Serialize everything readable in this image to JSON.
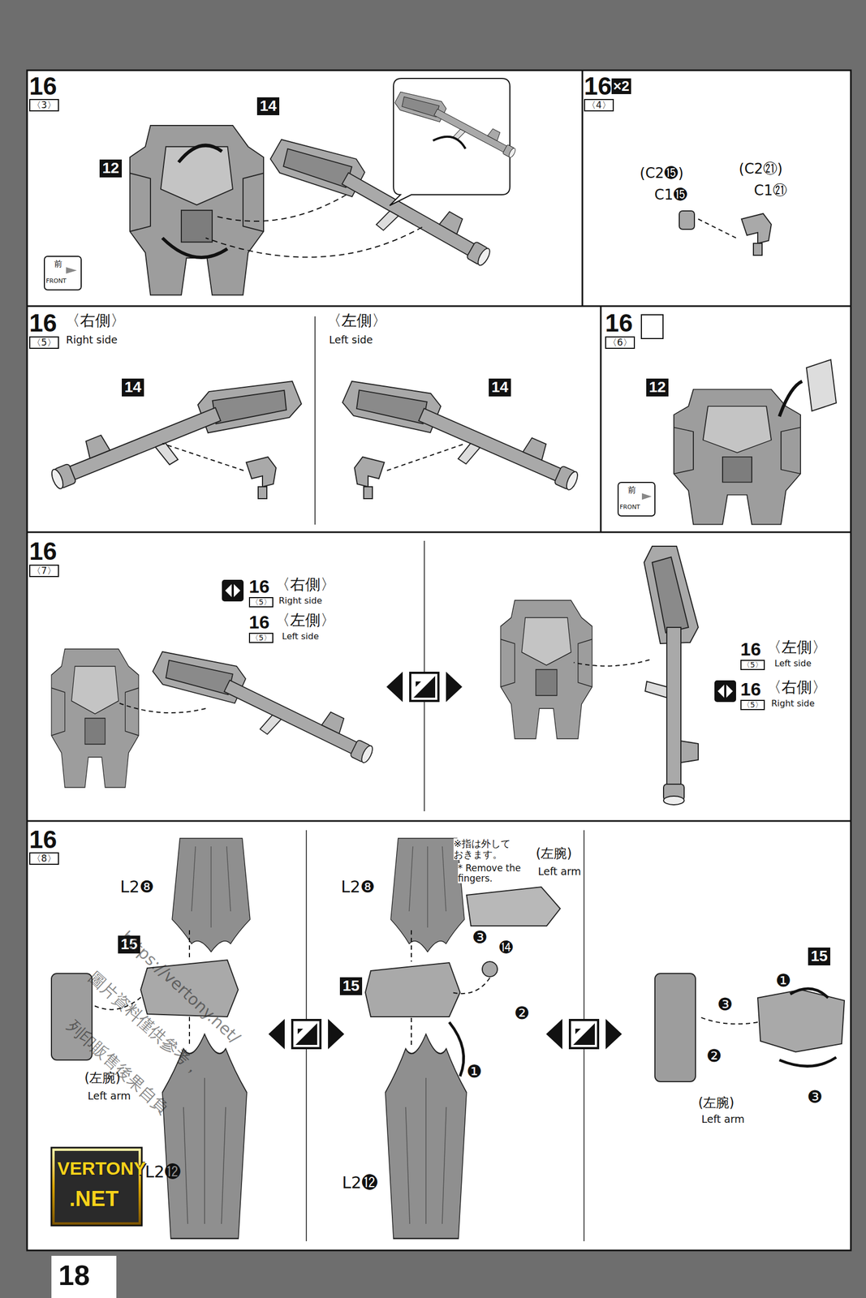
{
  "diagram": {
    "labels": [
      "16",
      "〈3〉",
      "14",
      "12",
      "前",
      "FRONT",
      "16",
      "〈4〉",
      "×2",
      "(C2⓯)",
      "C1⓯",
      "(C2㉑)",
      "C1㉑",
      "16",
      "〈5〉",
      "〈右側〉",
      "Right side",
      "14",
      "〈左側〉",
      "Left side",
      "14",
      "16",
      "〈6〉",
      "12",
      "前",
      "FRONT",
      "16",
      "〈7〉",
      "16",
      "〈5〉",
      "〈右側〉",
      "Right side",
      "16",
      "〈5〉",
      "〈左側〉",
      "Left side",
      "16",
      "〈5〉",
      "〈左側〉",
      "Left side",
      "16",
      "〈5〉",
      "〈右側〉",
      "Right side",
      "16",
      "〈8〉",
      "L2❽",
      "15",
      "(左腕)",
      "Left arm",
      "L2⓬",
      "L2❽",
      "※指は外しておきます。",
      "* Remove the fingers.",
      "(左腕)",
      "Left arm",
      "❸",
      "⓮",
      "❷",
      "❶",
      "15",
      "L2⓬",
      "15",
      "❶",
      "❸",
      "❷",
      "❸",
      "(左腕)",
      "Left arm",
      "https://vertony.net/",
      "圖片資料僅供參考，",
      "列印販售後果自負",
      "VERTONY",
      ".NET",
      "18"
    ]
  }
}
